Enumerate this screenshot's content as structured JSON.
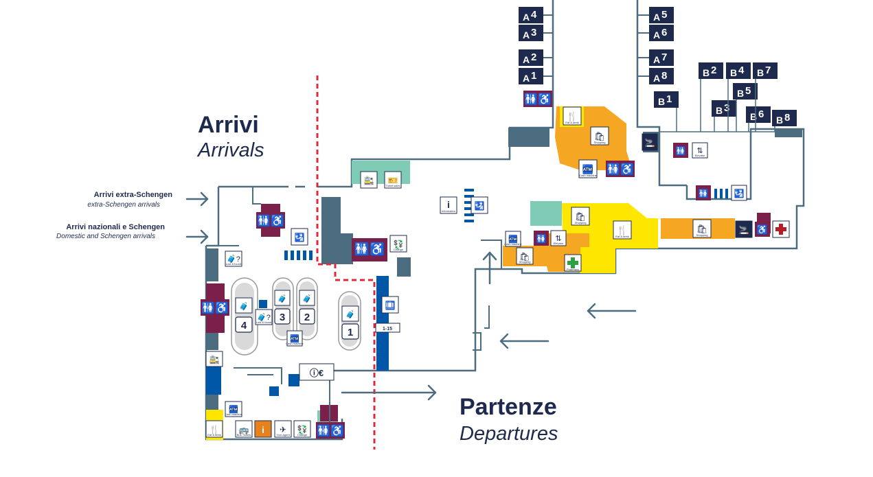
{
  "titles": {
    "arrivals_it": "Arrivi",
    "arrivals_en": "Arrivals",
    "departures_it": "Partenze",
    "departures_en": "Departures"
  },
  "entries": {
    "extra_schengen_it": "Arrivi extra-Schengen",
    "extra_schengen_en": "extra-Schengen arrivals",
    "schengen_it": "Arrivi nazionali e Schengen",
    "schengen_en": "Domestic and Schengen arrivals"
  },
  "gates_a": [
    {
      "letter": "A",
      "number": "4"
    },
    {
      "letter": "A",
      "number": "3"
    },
    {
      "letter": "A",
      "number": "2"
    },
    {
      "letter": "A",
      "number": "1"
    },
    {
      "letter": "A",
      "number": "5"
    },
    {
      "letter": "A",
      "number": "6"
    },
    {
      "letter": "A",
      "number": "7"
    },
    {
      "letter": "A",
      "number": "8"
    }
  ],
  "gates_b": [
    {
      "letter": "B",
      "number": "1"
    },
    {
      "letter": "B",
      "number": "2"
    },
    {
      "letter": "B",
      "number": "4"
    },
    {
      "letter": "B",
      "number": "7"
    },
    {
      "letter": "B",
      "number": "5"
    },
    {
      "letter": "B",
      "number": "3"
    },
    {
      "letter": "B",
      "number": "6"
    },
    {
      "letter": "B",
      "number": "8"
    }
  ],
  "belts": [
    "4",
    "3",
    "2",
    "1"
  ],
  "checkin_label": "1-15",
  "labels": {
    "eat_drink": "Eat & drink",
    "shopping": "Shopping",
    "cash_machine": "Cash machine",
    "change": "Change",
    "information": "Information",
    "elevator": "Elevator",
    "smoking": "Smoking area",
    "lost_found": "Lost & found",
    "bus_tickets": "Bus Tickets",
    "your_agent": "Your Agent",
    "ticket_sales": "Ticket sales",
    "pharmacy": "Pharmacy"
  },
  "colors": {
    "navy": "#1d2a4d",
    "slate": "#4c6c80",
    "orange": "#f5a623",
    "yellow": "#ffe600",
    "teal": "#7fcbb5",
    "maroon": "#7b1f4b",
    "blue": "#0057a8",
    "red_boundary": "#e0283c"
  }
}
